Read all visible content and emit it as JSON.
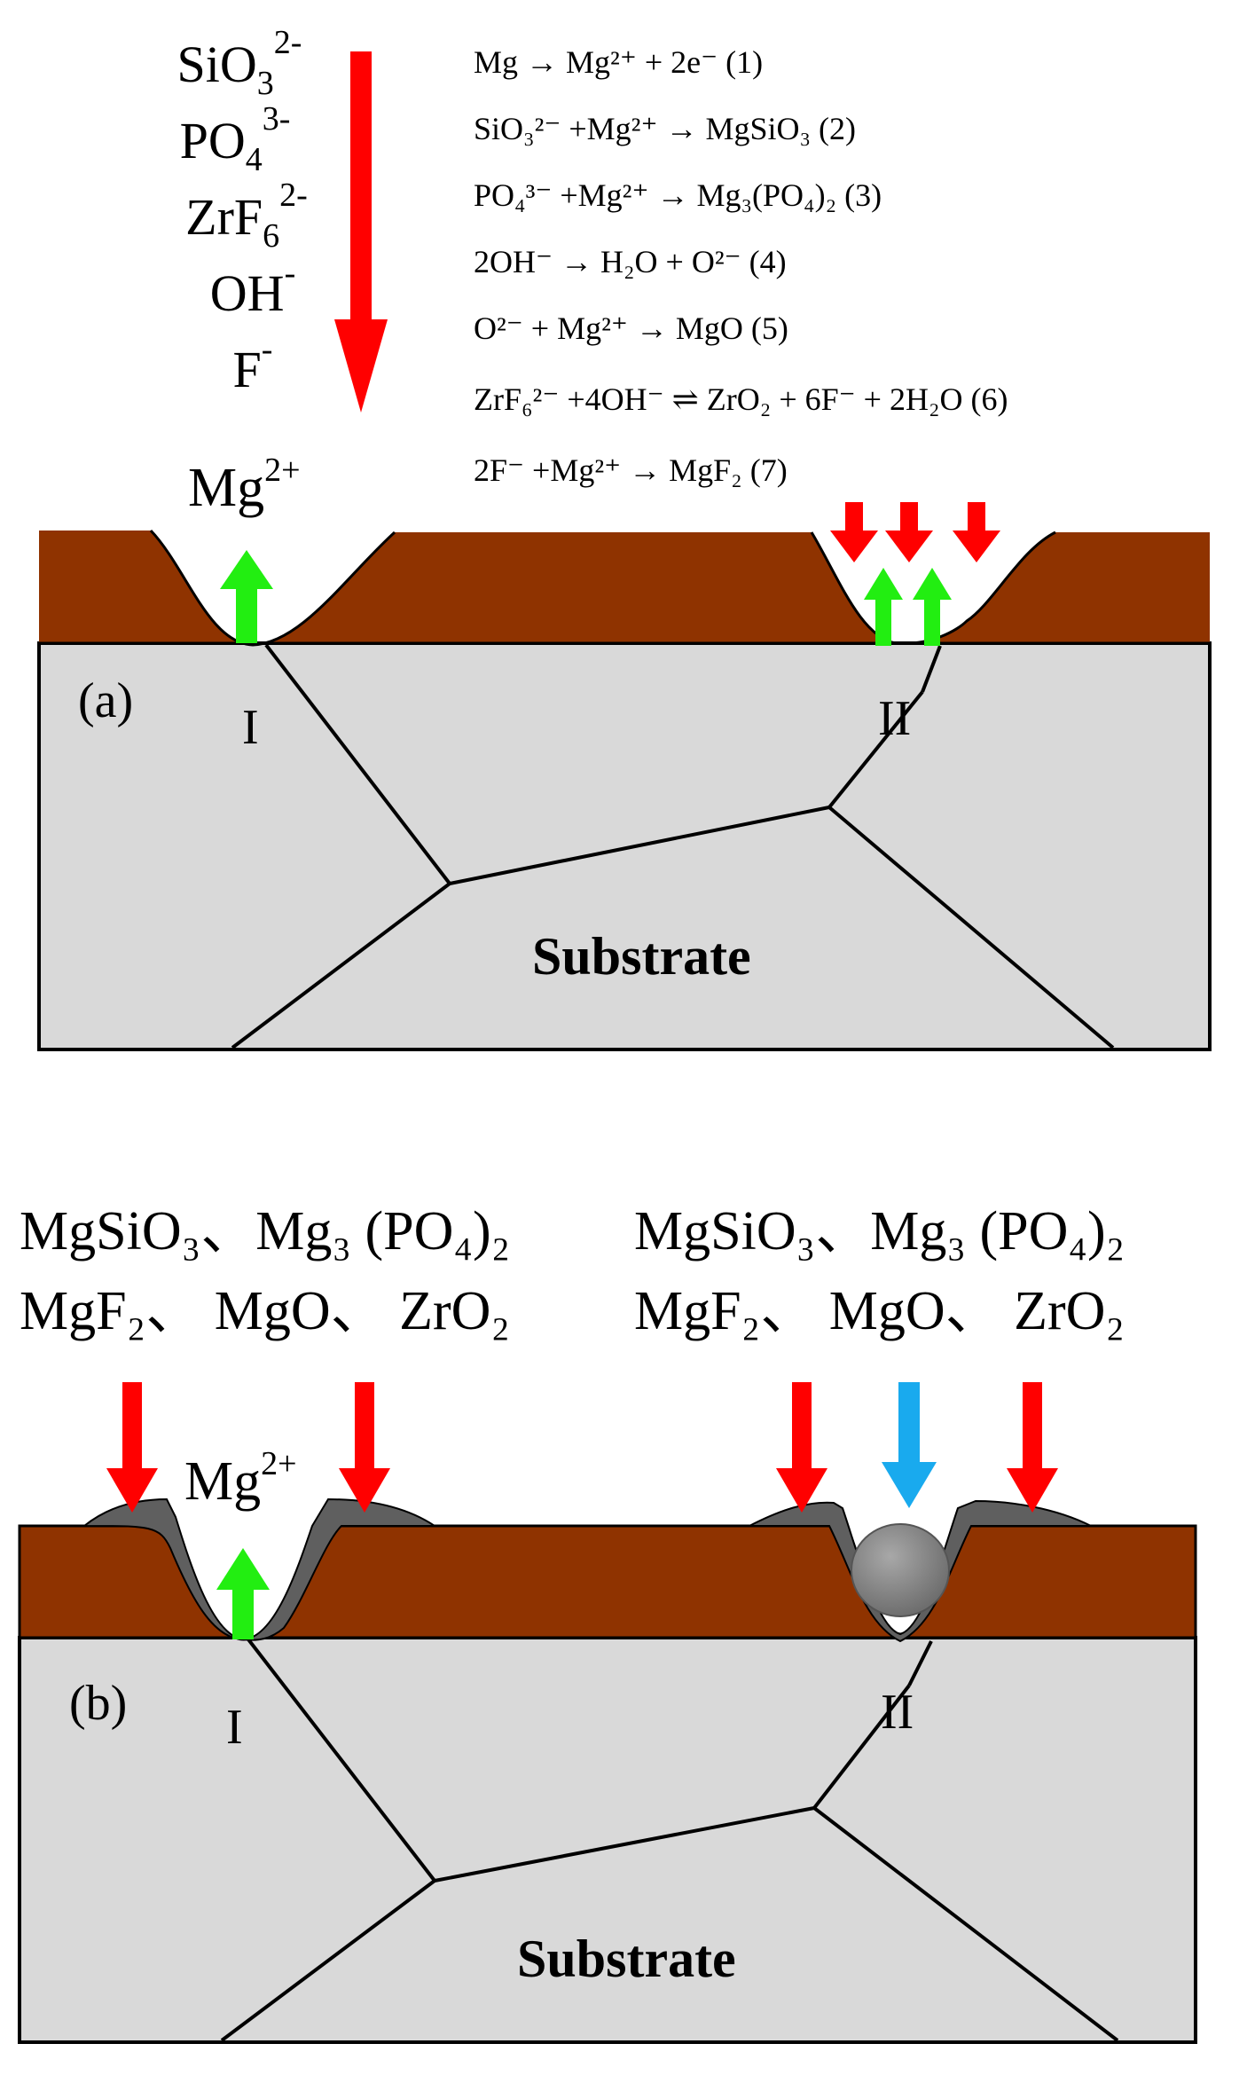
{
  "panel_a": {
    "ions": [
      {
        "base": "SiO",
        "sub": "3",
        "sup": "2-"
      },
      {
        "base": "PO",
        "sub": "4",
        "sup": "3-"
      },
      {
        "base": "ZrF",
        "sub": "6",
        "sup": "2-"
      },
      {
        "base": "OH",
        "sub": "",
        "sup": "-"
      },
      {
        "base": "F",
        "sub": "",
        "sup": "-"
      }
    ],
    "mg_label": {
      "base": "Mg",
      "sup": "2+"
    },
    "equations": [
      {
        "lhs": "Mg → Mg",
        "text": "Mg → Mg²⁺ + 2e⁻ (1)"
      },
      {
        "text": "SiO₃²⁻ +Mg²⁺ → MgSiO₃ (2)"
      },
      {
        "text": "PO₄³⁻ +Mg²⁺ → Mg₃(PO₄)₂ (3)"
      },
      {
        "text": "2OH⁻ → H₂O + O²⁻ (4)"
      },
      {
        "text": "O²⁻ + Mg²⁺ → MgO (5)"
      },
      {
        "text": "ZrF₆²⁻ +4OH⁻ ⇌ ZrO₂ + 6F⁻ + 2H₂O (6)"
      },
      {
        "text": "2F⁻ +Mg²⁺ → MgF₂ (7)"
      }
    ],
    "panel_label": "(a)",
    "site_1": "I",
    "site_2": "II",
    "substrate": "Substrate"
  },
  "panel_b": {
    "products_left_1": "MgSiO₃、Mg₃ (PO₄)₂",
    "products_left_2": "MgF₂、 MgO、 ZrO₂",
    "products_right_1": "MgSiO₃、Mg₃ (PO₄)₂",
    "products_right_2": "MgF₂、 MgO、 ZrO₂",
    "mg_label": {
      "base": "Mg",
      "sup": "2+"
    },
    "panel_label": "(b)",
    "site_1": "I",
    "site_2": "II",
    "substrate": "Substrate"
  },
  "colors": {
    "coating": "#8f3300",
    "substrate": "#d9d9d9",
    "arrow_red": "#ff0000",
    "arrow_green": "#22ee11",
    "arrow_blue": "#19aaee",
    "deposit": "#5f5f5f",
    "particle": "#8a8a8a"
  }
}
